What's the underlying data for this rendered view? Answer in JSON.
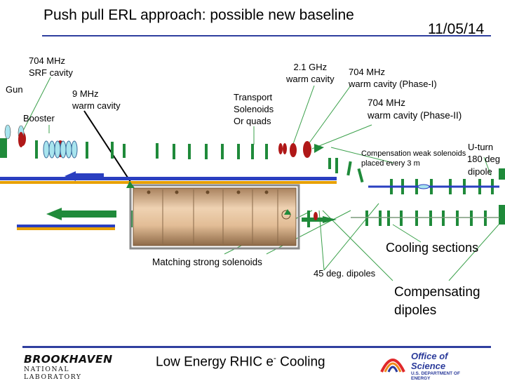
{
  "header": {
    "title": "Push pull ERL approach: possible new baseline",
    "date": "11/05/14"
  },
  "labels": {
    "srf_cavity_l1": "704 MHz",
    "srf_cavity_l2": "SRF cavity",
    "gun": "Gun",
    "warm_9mhz_l1": "9 MHz",
    "warm_9mhz_l2": "warm cavity",
    "booster": "Booster",
    "warm_21ghz_l1": "2.1 GHz",
    "warm_21ghz_l2": "warm cavity",
    "warm_704_phase1_l1": "704 MHz",
    "warm_704_phase1_l2": "warm cavity (Phase-I)",
    "transport_l1": "Transport",
    "transport_l2": "Solenoids",
    "transport_l3": "Or quads",
    "warm_704_phase2_l1": "704 MHz",
    "warm_704_phase2_l2": "warm cavity (Phase-II)",
    "uturn_l1": "U-turn",
    "uturn_l2": "180 deg",
    "uturn_l3": "dipole",
    "compensation_solenoids_l1": "Compensation weak solenoids",
    "compensation_solenoids_l2": "placed every 3 m",
    "cooling_sections": "Cooling sections",
    "matching_solenoids": "Matching strong solenoids",
    "dipoles_45": "45 deg. dipoles",
    "compensating_dipoles_l1": "Compensating",
    "compensating_dipoles_l2": "dipoles"
  },
  "footer": {
    "bnl_line1": "BROOKHAVEN",
    "bnl_line2": "NATIONAL LABORATORY",
    "title": "Low Energy RHIC e",
    "title_sup": "-",
    "title_tail": " Cooling",
    "doe_line1": "Office of",
    "doe_line2": "Science",
    "doe_line3": "U.S. DEPARTMENT OF ENERGY"
  },
  "colors": {
    "title_rule": "#2f3f9f",
    "magnet_green": "#1f8a3a",
    "cavity_red": "#b01818",
    "solenoid_cyan": "#a8e4ee",
    "beam_blue": "#2a3fc0",
    "beam_orange": "#e8a000",
    "tank_tan": "#d9b48e",
    "leader_green": "#3aa04a"
  }
}
